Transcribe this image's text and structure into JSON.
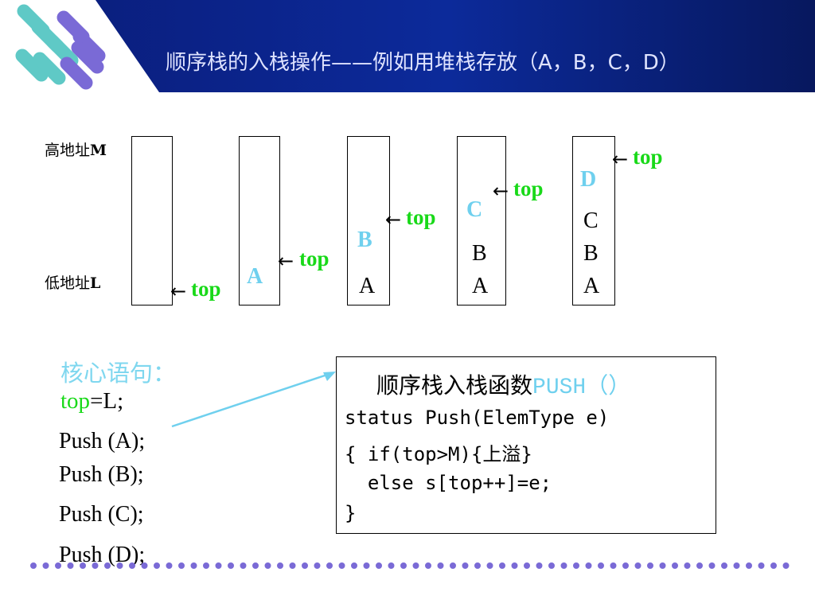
{
  "header": {
    "title": "顺序栈的入栈操作——例如用堆栈存放（A，B，C，D）",
    "colors": {
      "background": "#0a1c78",
      "title": "#dfe3ff",
      "logo_teal": "#5fc9c6",
      "logo_purple": "#7a6ad6"
    }
  },
  "diagram": {
    "high_address_label": "高地址",
    "high_address_symbol": "M",
    "low_address_label": "低地址",
    "low_address_symbol": "L",
    "pointer_label": "top",
    "arrow_glyph": "←",
    "stacks": [
      {
        "pushed": "",
        "contents": []
      },
      {
        "pushed": "A",
        "contents": []
      },
      {
        "pushed": "B",
        "contents": [
          "A"
        ]
      },
      {
        "pushed": "C",
        "contents": [
          "B",
          "A"
        ]
      },
      {
        "pushed": "D",
        "contents": [
          "C",
          "B",
          "A"
        ]
      }
    ],
    "colors": {
      "top_pointer": "#19d919",
      "new_element": "#6fd0ee"
    }
  },
  "core": {
    "label": "核心语句：",
    "init_var": "top",
    "init_rest": "=L;",
    "calls": [
      "Push (A);",
      "Push (B);",
      "Push (C);",
      "Push (D);"
    ]
  },
  "code": {
    "title_cn": "顺序栈入栈函数",
    "title_fn": "PUSH（）",
    "lines": [
      "status Push(ElemType e)",
      "{ if(top>M){上溢}",
      "  else s[top++]=e;",
      "}"
    ]
  }
}
